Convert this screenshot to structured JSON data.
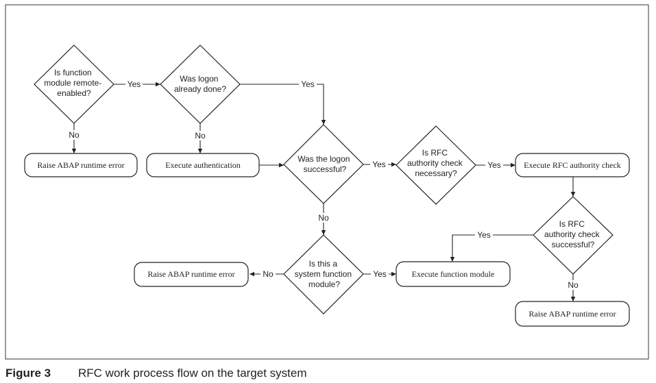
{
  "decisions": {
    "remote_enabled": [
      "Is function",
      "module remote-",
      "enabled?"
    ],
    "logon_done": [
      "Was logon",
      "already done?"
    ],
    "logon_success": [
      "Was the logon",
      "successful?"
    ],
    "rfc_check_needed": [
      "Is RFC",
      "authority check",
      "necessary?"
    ],
    "rfc_check_success": [
      "Is RFC",
      "authority check",
      "successful?"
    ],
    "system_function": [
      "Is this a",
      "system function",
      "module?"
    ]
  },
  "processes": {
    "raise_error_1": "Raise ABAP runtime error",
    "execute_auth": "Execute authentication",
    "execute_rfc_check": "Execute RFC authority check",
    "raise_error_2": "Raise ABAP runtime error",
    "execute_function": "Execute function module",
    "raise_error_3": "Raise ABAP runtime error"
  },
  "edge_labels": {
    "yes": "Yes",
    "no": "No"
  },
  "caption": {
    "label": "Figure 3",
    "text": "RFC work process flow on the target system"
  }
}
